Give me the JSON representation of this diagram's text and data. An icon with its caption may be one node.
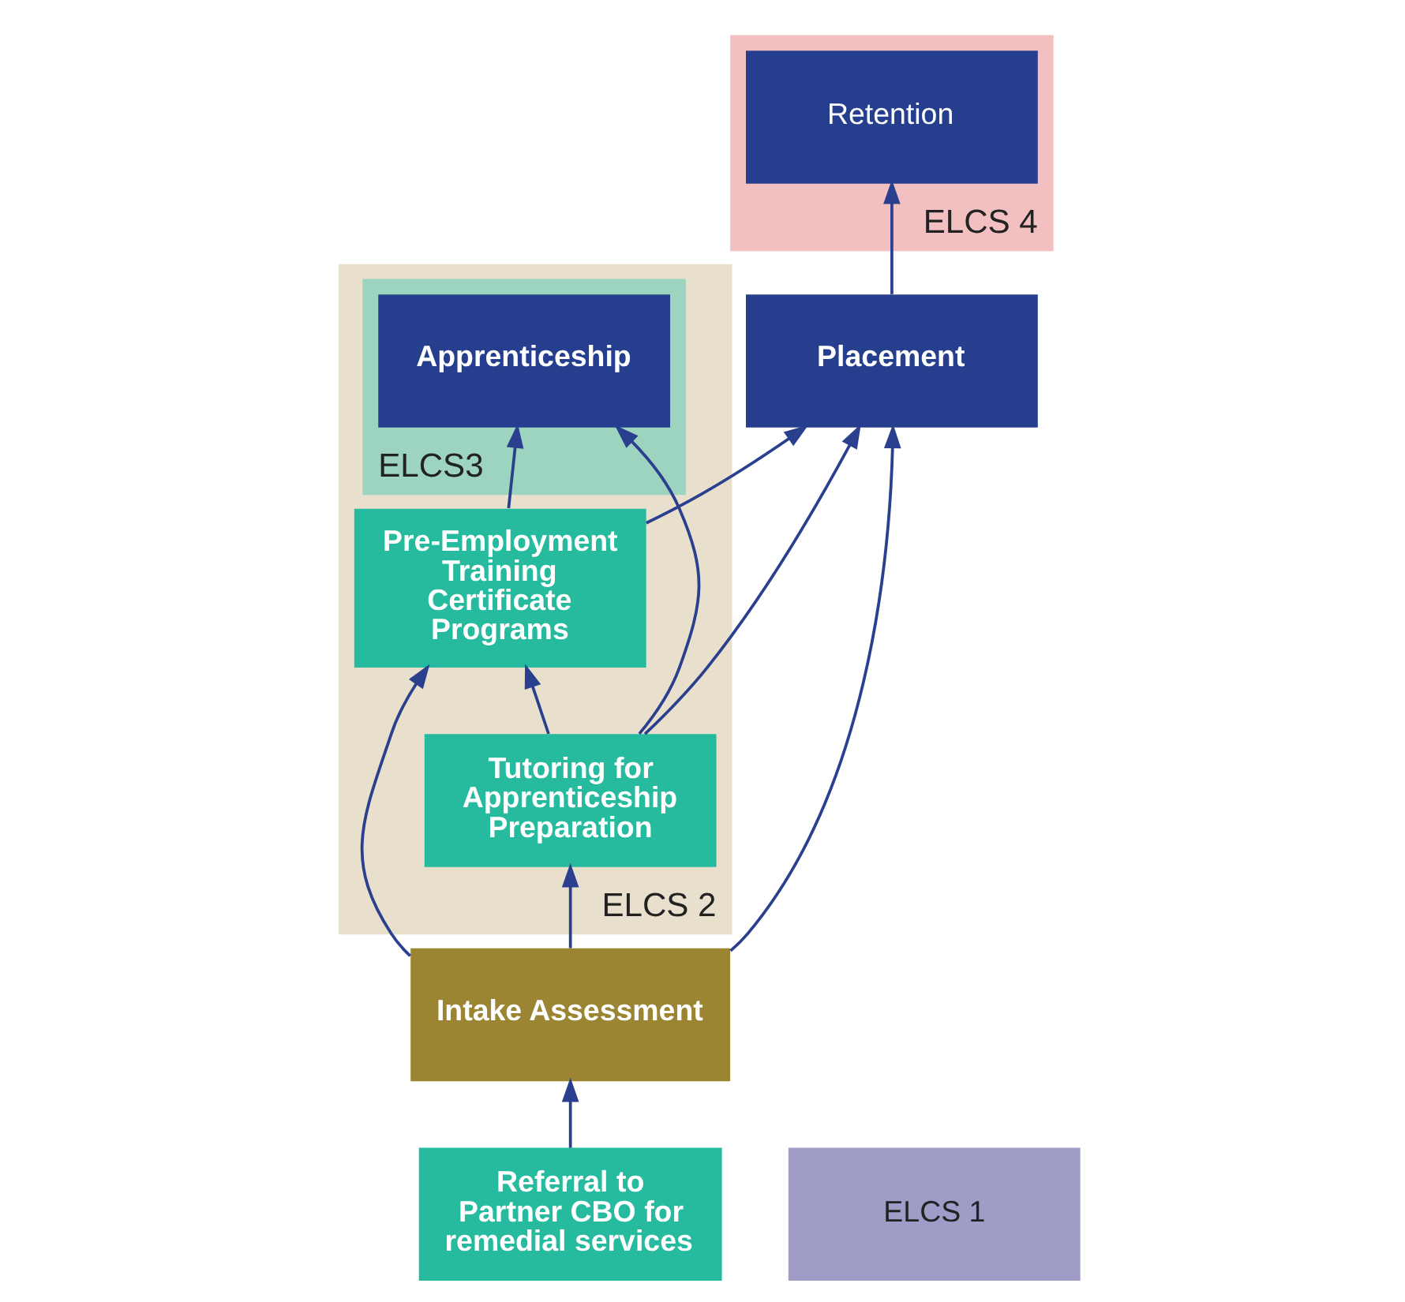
{
  "diagram": {
    "nodes": [
      {
        "text": [
          "ELCS 4"
        ]
      },
      {
        "text": [
          "Retention"
        ],
        "in": 0
      },
      {
        "text": [
          "ELCS 2"
        ]
      },
      {
        "text": [
          "Placement"
        ]
      },
      {
        "text": [
          "ELCS3"
        ],
        "in": 2
      },
      {
        "text": [
          "Apprenticeship"
        ],
        "in": 4
      },
      {
        "text": [
          "Tutoring for Apprenticeship Preparation"
        ],
        "in": 2
      },
      {
        "text": [
          "Pre-Employment Training Certificate Programs"
        ],
        "in": 2
      },
      {
        "text": [
          "Referral to Partner CBO for remedial services"
        ]
      },
      {
        "text": [
          "ELCS 1"
        ]
      },
      {
        "text": [
          "Intake Assessment"
        ]
      }
    ],
    "edges": [
      {
        "from": 3,
        "to": 1,
        "arrow": "to"
      },
      {
        "from": 6,
        "to": 5,
        "arrow": "to"
      },
      {
        "from": 6,
        "to": 7,
        "arrow": "to"
      },
      {
        "from": 6,
        "to": 3,
        "arrow": "to"
      },
      {
        "from": 10,
        "to": 3,
        "arrow": "to"
      },
      {
        "from": 10,
        "to": 6,
        "arrow": "to"
      },
      {
        "from": 10,
        "to": 7,
        "arrow": "to"
      },
      {
        "from": 7,
        "to": 3,
        "arrow": "to"
      },
      {
        "from": 7,
        "to": 5,
        "arrow": "to"
      },
      {
        "from": 8,
        "to": 10,
        "arrow": "to"
      }
    ]
  }
}
